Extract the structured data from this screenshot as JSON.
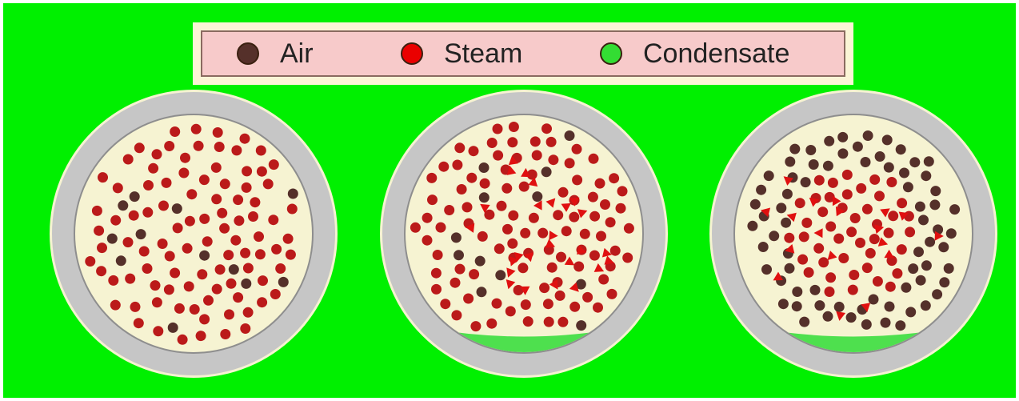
{
  "legend": {
    "items": [
      {
        "label": "Air",
        "color": "#55302a"
      },
      {
        "label": "Steam",
        "color": "#ea0000"
      },
      {
        "label": "Condensate",
        "color": "#33dd33"
      }
    ]
  },
  "colors": {
    "background": "#00f000",
    "pipe_wall": "#c6c6c6",
    "pipe_interior": "#f6f3d2",
    "steam_particle": "#bb1a1a",
    "air_particle": "#55302a",
    "arrow": "#e01010",
    "condensate": "#4ee04e"
  },
  "panels": [
    {
      "stage": "all-steam-with-air-traces",
      "steam_count": 95,
      "air_count": 12,
      "condensate_level": 0,
      "arrows": false
    },
    {
      "stage": "steam-condensing",
      "steam_count": 100,
      "air_count": 12,
      "condensate_level": 0.12,
      "arrows": true
    },
    {
      "stage": "air-accumulating",
      "steam_count": 45,
      "air_count": 70,
      "condensate_level": 0.12,
      "arrows": true
    }
  ]
}
